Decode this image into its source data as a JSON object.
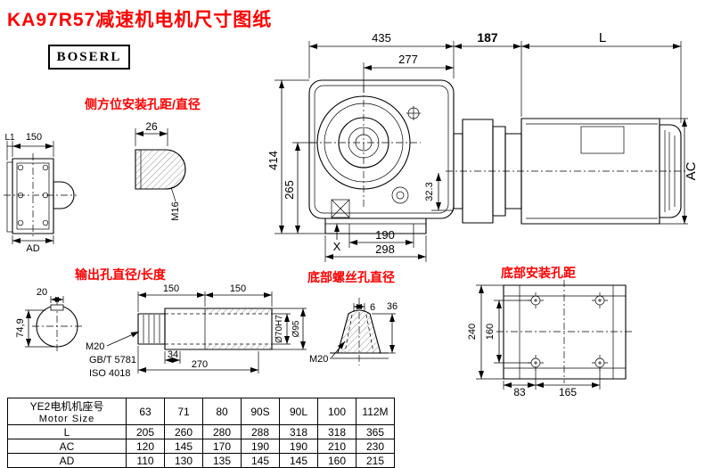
{
  "title": "KA97R57减速机电机尺寸图纸",
  "logo": "BOSERL",
  "colors": {
    "accent_red": "#fe0000",
    "line_black": "#000000"
  },
  "labels": {
    "side_mount_label": "侧方位安装孔距/直径",
    "output_label": "输出孔直径/长度",
    "bottom_screw_label": "底部螺丝孔直径",
    "bottom_mount_label": "底部安装孔距"
  },
  "main_view": {
    "dim_435": "435",
    "dim_187": "187",
    "dim_L": "L",
    "dim_277": "277",
    "dim_414": "414",
    "dim_265": "265",
    "dim_323": "32.3",
    "dim_190": "190",
    "dim_298": "298",
    "dim_X": "X",
    "dim_AC": "AC"
  },
  "side_view": {
    "dim_L1": "L1",
    "dim_150": "150",
    "dim_AD": "AD"
  },
  "shaft_detail": {
    "dim_26": "26",
    "dim_M16": "M16"
  },
  "output_view": {
    "dim_20": "20",
    "dim_749": "74,9",
    "dim_150a": "150",
    "dim_150b": "150",
    "dim_M20": "M20",
    "std_gbt": "GB/T 5781",
    "std_iso": "ISO 4018",
    "dim_34": "34",
    "dim_270": "270",
    "dim_70h7": "Ø70H7",
    "dim_95": "Ø95"
  },
  "screw_view": {
    "dim_6": "6",
    "dim_36": "36",
    "dim_M20": "M20"
  },
  "bottom_view": {
    "dim_240": "240",
    "dim_160": "160",
    "dim_83": "83",
    "dim_165": "165"
  },
  "table": {
    "header_line1": "YE2电机机座号",
    "header_line2": "Motor Size",
    "columns": [
      "63",
      "71",
      "80",
      "90S",
      "90L",
      "100",
      "112M"
    ],
    "rows": [
      {
        "label": "L",
        "values": [
          "205",
          "260",
          "280",
          "288",
          "318",
          "318",
          "365"
        ]
      },
      {
        "label": "AC",
        "values": [
          "120",
          "145",
          "170",
          "190",
          "190",
          "210",
          "230"
        ]
      },
      {
        "label": "AD",
        "values": [
          "110",
          "130",
          "135",
          "145",
          "145",
          "160",
          "215"
        ]
      }
    ]
  }
}
